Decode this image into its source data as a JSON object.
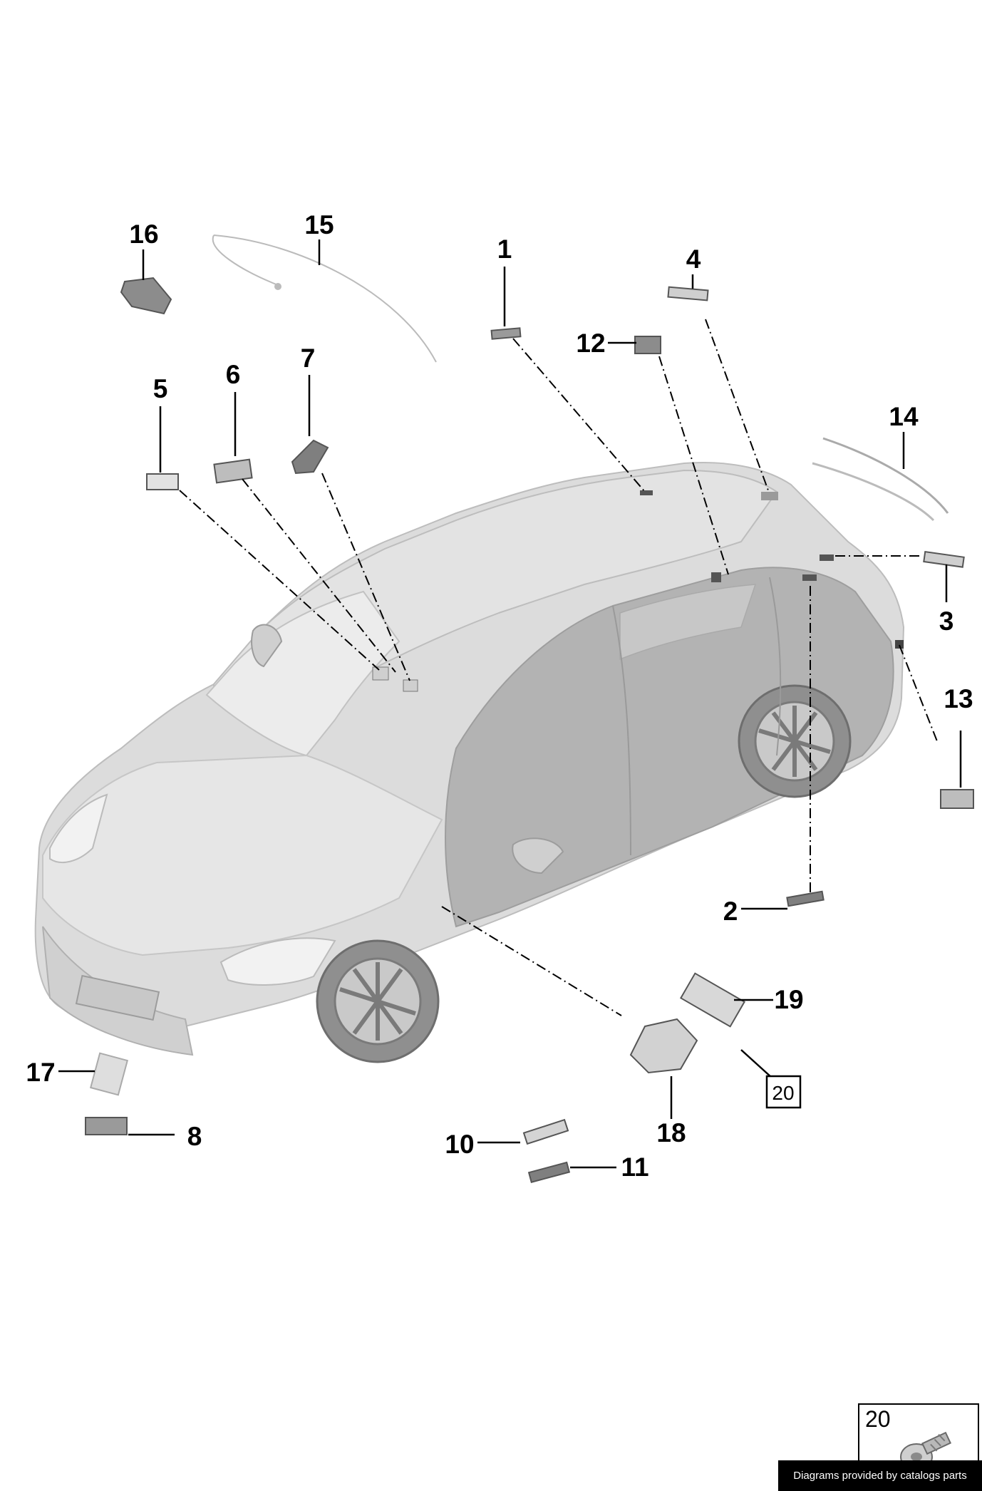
{
  "diagram": {
    "callouts": [
      "1",
      "2",
      "3",
      "4",
      "5",
      "6",
      "7",
      "8",
      "10",
      "11",
      "12",
      "13",
      "14",
      "15",
      "16",
      "17",
      "18",
      "19"
    ],
    "boxed_ref": "20"
  },
  "inset": {
    "number": "20",
    "icon": "screw-icon"
  },
  "footer": {
    "credit": "Diagrams provided by catalogs parts"
  },
  "colors": {
    "car_body": "#d4d4d4",
    "car_dark": "#a9a9a9",
    "line": "#000000",
    "credit_bg": "#000000"
  }
}
